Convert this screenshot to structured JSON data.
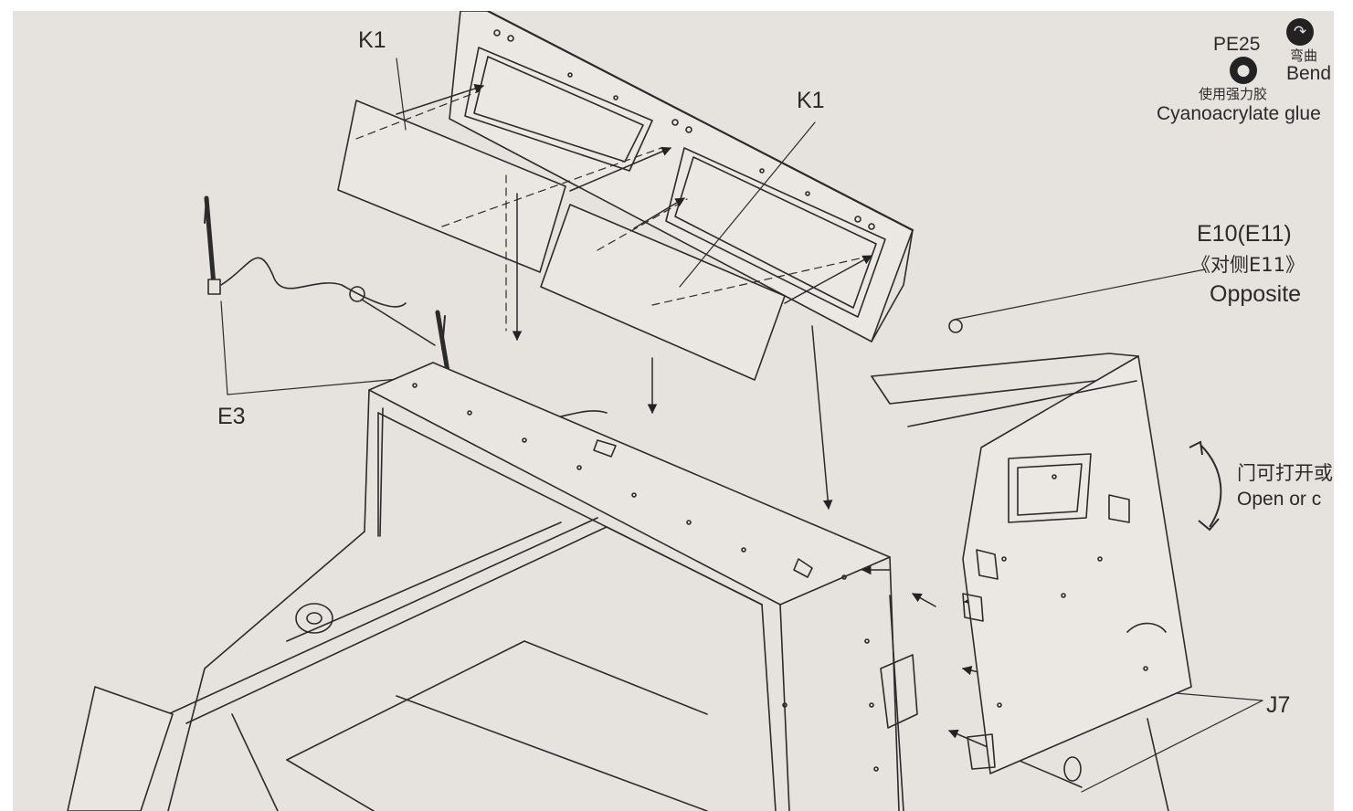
{
  "labels": {
    "k1_left": "K1",
    "k1_right": "K1",
    "e3": "E3",
    "e10": "E10(E11)",
    "e10_cn": "《对侧E11》",
    "e10_en": "Opposite",
    "j7": "J7",
    "pe25": "PE25",
    "bend_cn": "弯曲",
    "bend_en": "Bend",
    "glue_cn": "使用强力胶",
    "glue_en": "Cyanoacrylate glue",
    "door_cn": "门可打开或",
    "door_en": "Open or c"
  },
  "icons": {
    "bend": "bend-icon",
    "glue": "glue-drop-icon",
    "door_swing": "double-arrow-icon"
  },
  "colors": {
    "paper": "#e6e3de",
    "ink": "#2a2a2a"
  }
}
